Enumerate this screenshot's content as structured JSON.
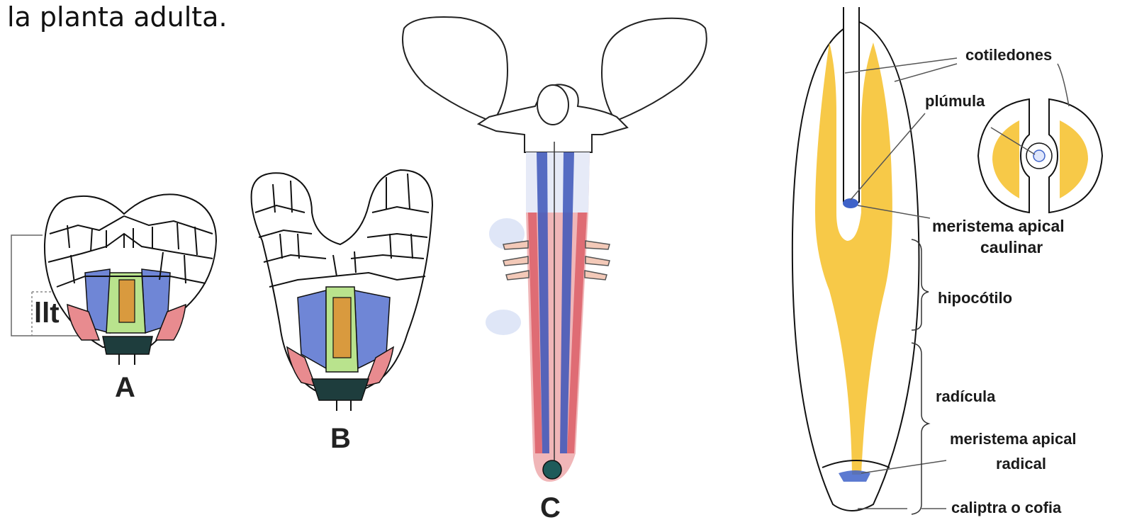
{
  "caption": "la planta adulta.",
  "embryo_labels": {
    "a": "A",
    "b": "B",
    "c": "C",
    "llt": "llt"
  },
  "seed_labels": {
    "cotiledones": "cotiledones",
    "plumula": "plúmula",
    "meristema_apical_caulinar_1": "meristema apical",
    "meristema_apical_caulinar_2": "caulinar",
    "hipocotilo": "hipocótilo",
    "radicula": "radícula",
    "meristema_apical_radical_1": "meristema apical",
    "meristema_apical_radical_2": "radical",
    "caliptra": "caliptra o cofia"
  },
  "colors": {
    "cotyledon_fill": "#f7c948",
    "blue_tissue": "#6f86d6",
    "dark_blue": "#2f3f9e",
    "pink_tissue": "#e88b8f",
    "red_tissue": "#d9535d",
    "green_tissue": "#b9e38d",
    "orange_tissue": "#d99a3e",
    "meristem": "#3f63c9",
    "root_cap": "#1e5b5a"
  }
}
